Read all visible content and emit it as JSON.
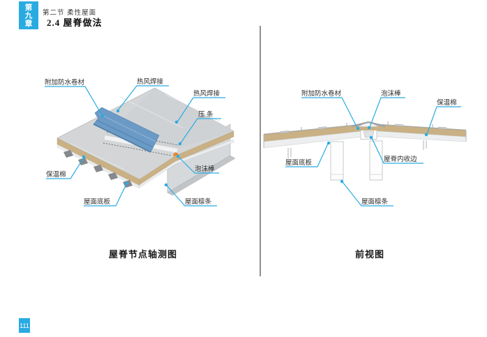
{
  "header": {
    "chapter_badge": "第九章",
    "section_breadcrumb": "第二节 柔性屋面",
    "title": "2.4 屋脊做法"
  },
  "page_number": "111",
  "colors": {
    "accent_cyan": "#29ABE2",
    "membrane_blue": "#6B9AC6",
    "insulation_tan": "#C9B185",
    "panel_gray": "#D3D5D7",
    "foam_orange": "#F08629",
    "divider_gray": "#8F8F8F"
  },
  "figures": {
    "left": {
      "caption": "屋脊节点轴测图",
      "labels": [
        "附加防水卷材",
        "热风焊接",
        "热风焊接",
        "压 条",
        "泡沫棒",
        "保温棉",
        "屋面底板",
        "屋面檩条"
      ]
    },
    "right": {
      "caption": "前视图",
      "labels": [
        "附加防水卷材",
        "泡沫棒",
        "保温棉",
        "屋面底板",
        "屋脊内收边",
        "屋面檩条"
      ]
    }
  }
}
